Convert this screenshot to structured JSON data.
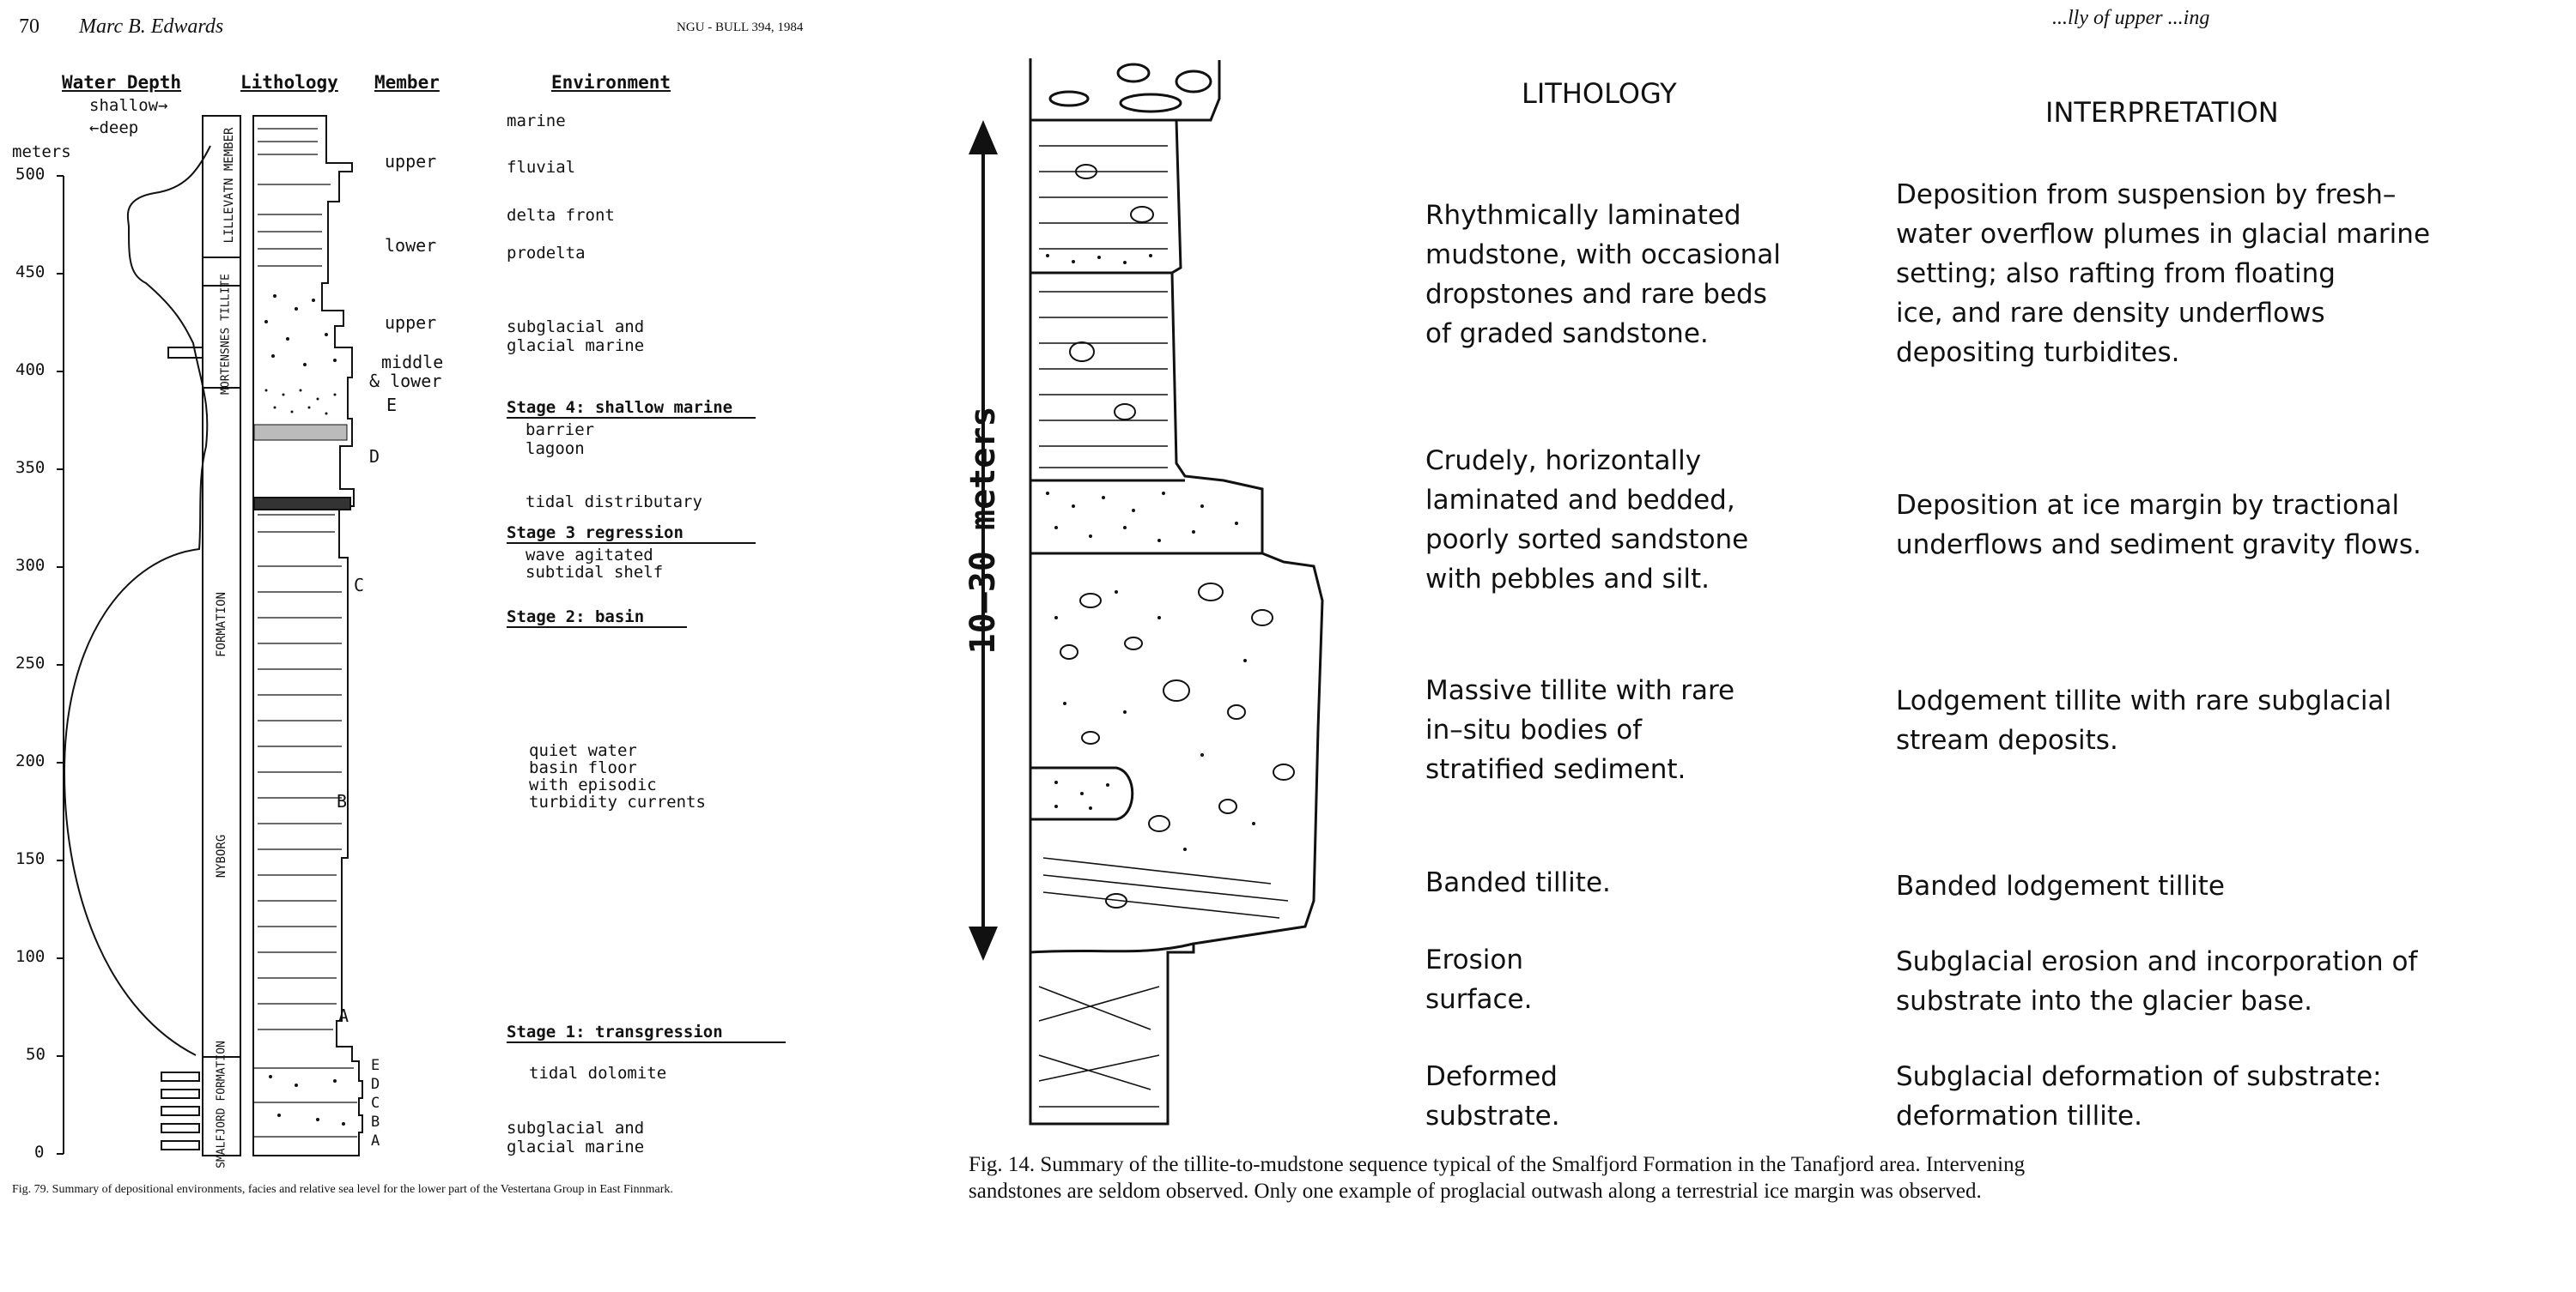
{
  "header": {
    "page_number": "70",
    "author": "Marc B. Edwards",
    "journal": "NGU - BULL 394, 1984",
    "right_running_head": "...lly of upper ...ing"
  },
  "left_figure": {
    "headers": {
      "water_depth": "Water Depth",
      "lithology": "Lithology",
      "member": "Member",
      "environment": "Environment"
    },
    "depth_legend": {
      "shallow": "shallow→",
      "deep": "←deep",
      "unit": "meters"
    },
    "y_ticks": [
      "500",
      "450",
      "400",
      "350",
      "300",
      "250",
      "200",
      "150",
      "100",
      "50",
      "0"
    ],
    "vertical_labels": {
      "lillevatn": "LILLEVATN MEMBER",
      "mortensnes": "MORTENSNES TILLITE",
      "formation": "FORMATION",
      "nyborg": "NYBORG",
      "smalfjord": "SMALFJORD FORMATION"
    },
    "members": {
      "upper1": "upper",
      "lower1": "lower",
      "upper2": "upper",
      "middle": "middle",
      "and_lower": "& lower",
      "E": "E",
      "D": "D",
      "C": "C",
      "B": "B",
      "A": "A",
      "small": [
        "E",
        "D",
        "C",
        "B",
        "A"
      ]
    },
    "environments": {
      "marine": "marine",
      "fluvial": "fluvial",
      "delta_front": "delta front",
      "prodelta": "prodelta",
      "subglacial1": "subglacial and",
      "glacial_marine1": "glacial marine",
      "stage4": "Stage 4: shallow marine",
      "barrier": "barrier",
      "lagoon": "lagoon",
      "tidal_distributary": "tidal distributary",
      "stage3": "Stage 3 regression",
      "wave_agitated": "wave agitated",
      "subtidal_shelf": "subtidal shelf",
      "stage2": "Stage 2: basin",
      "quiet_water": "quiet water",
      "basin_floor": "basin floor",
      "with_episodic": "with episodic",
      "turbidity_currents": "turbidity currents",
      "stage1": "Stage 1: transgression",
      "tidal_dolomite": "tidal dolomite",
      "subglacial2": "subglacial and",
      "glacial_marine2": "glacial marine"
    },
    "caption": "Fig. 79. Summary of depositional environments, facies and relative sea level for the lower part of the Vestertana Group in East Finnmark."
  },
  "right_figure": {
    "scale_label": "10–30 meters",
    "col_headers": {
      "lithology": "LITHOLOGY",
      "interpretation": "INTERPRETATION"
    },
    "rows": [
      {
        "lith": [
          "Rhythmically laminated",
          "mudstone, with occasional",
          "dropstones and rare beds",
          "of graded sandstone."
        ],
        "interp": [
          "Deposition from suspension by fresh–",
          "water overflow plumes in glacial marine",
          "setting; also rafting from floating",
          "ice, and rare density underflows",
          "depositing turbidites."
        ]
      },
      {
        "lith": [
          "Crudely, horizontally",
          "laminated and bedded,",
          "poorly sorted sandstone",
          "with pebbles and silt."
        ],
        "interp": [
          "Deposition at ice margin by tractional",
          "underflows and sediment gravity flows."
        ]
      },
      {
        "lith": [
          "Massive tillite with rare",
          "in–situ bodies of",
          "stratified sediment."
        ],
        "interp": [
          "Lodgement tillite with rare subglacial",
          "stream deposits."
        ]
      },
      {
        "lith": [
          "Banded tillite."
        ],
        "interp": [
          "Banded lodgement tillite"
        ]
      },
      {
        "lith": [
          "Erosion",
          "surface."
        ],
        "interp": [
          "Subglacial erosion and incorporation of",
          "substrate into the glacier base."
        ]
      },
      {
        "lith": [
          "Deformed",
          "substrate."
        ],
        "interp": [
          "Subglacial deformation of substrate:",
          "deformation tillite."
        ]
      }
    ],
    "caption_line1": "Fig. 14. Summary of the tillite-to-mudstone sequence typical of the Smalfjord Formation in the Tanafjord area. Intervening",
    "caption_line2": "sandstones are seldom observed. Only one example of proglacial outwash along a terrestrial ice margin was observed."
  }
}
